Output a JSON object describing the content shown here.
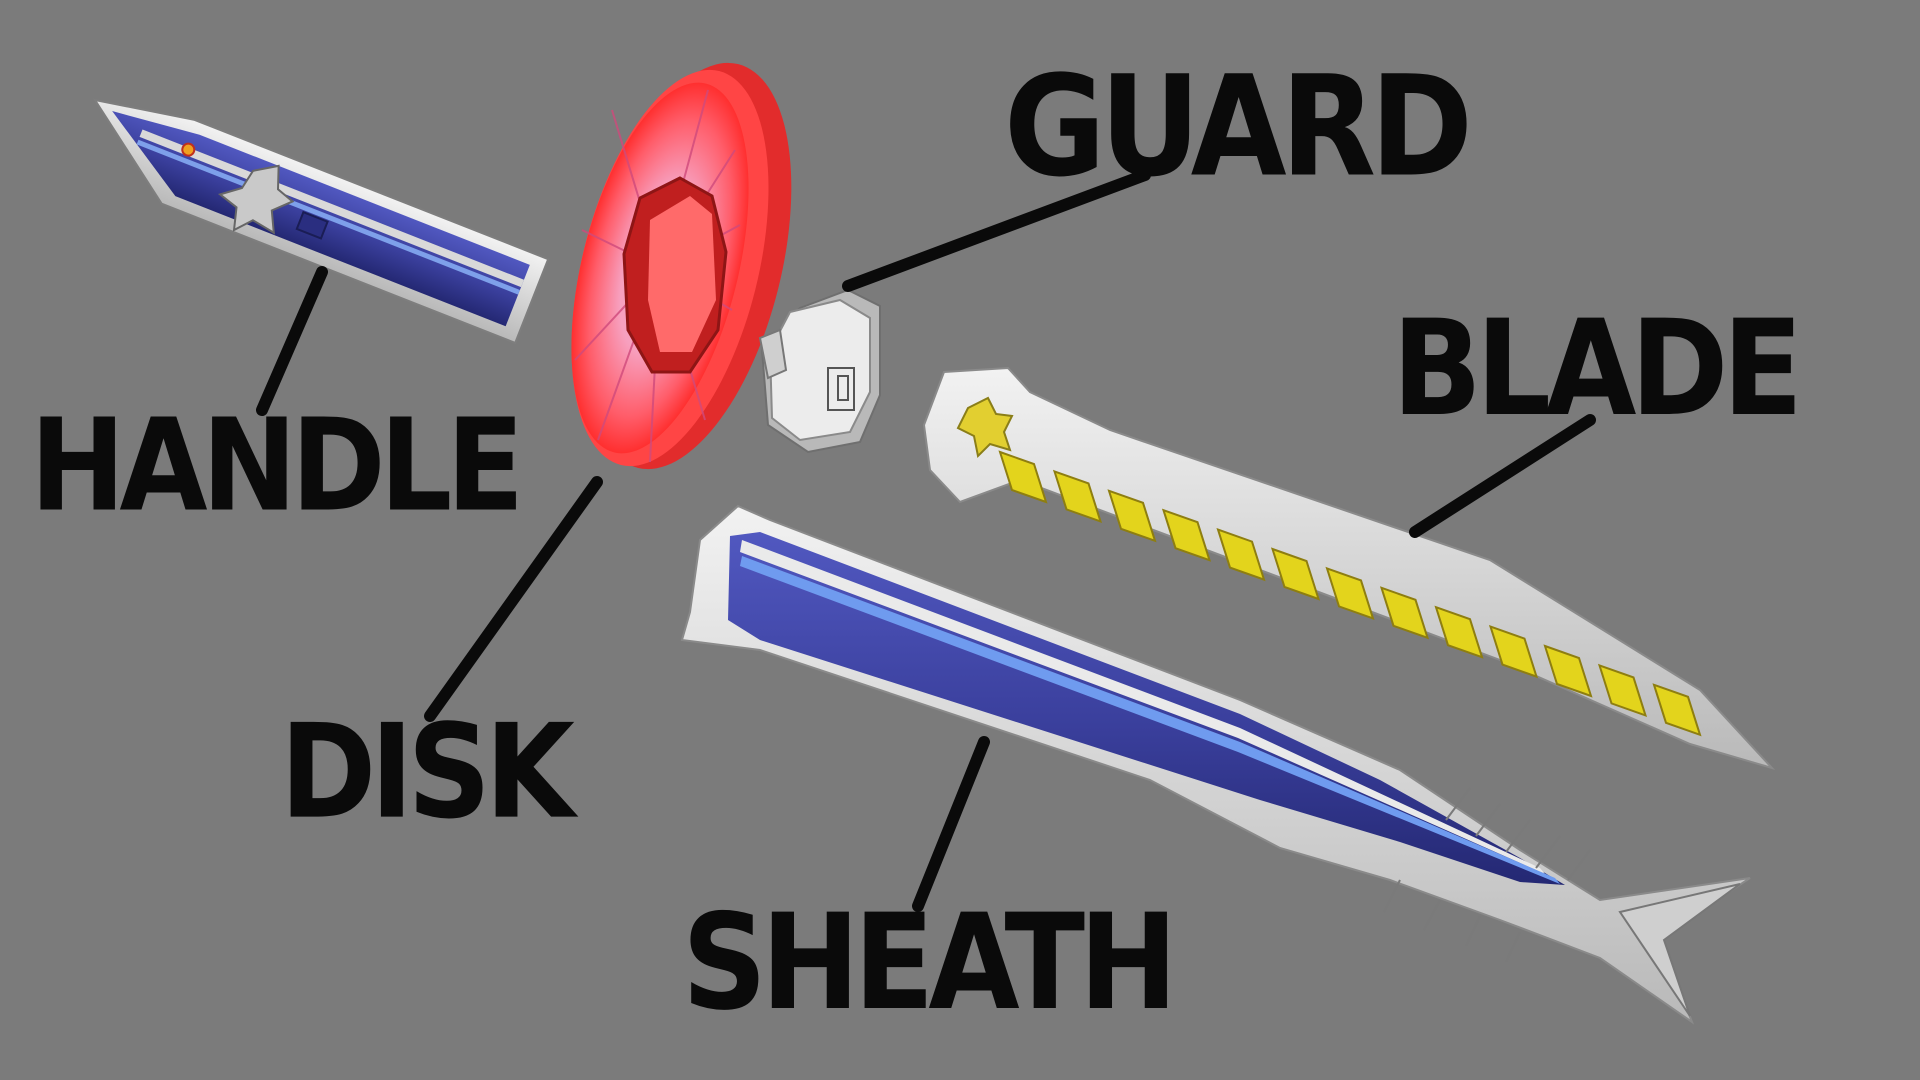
{
  "labels": {
    "guard": "GUARD",
    "blade": "BLADE",
    "handle": "HANDLE",
    "disk": "DISK",
    "sheath": "SHEATH"
  },
  "colors": {
    "background": "#7b7b7b",
    "label_text": "#0a0a0a",
    "leader_line": "#0a0a0a",
    "shaft_blue": "#3b3f9e",
    "stripe_blue": "#5d86e0",
    "silver": "#d9d9d9",
    "disk_red": "#ff3b3b",
    "disk_pink": "#f39ac2",
    "blade_yellow": "#e3d41c"
  },
  "parts": [
    "handle",
    "disk",
    "guard",
    "blade",
    "sheath"
  ]
}
